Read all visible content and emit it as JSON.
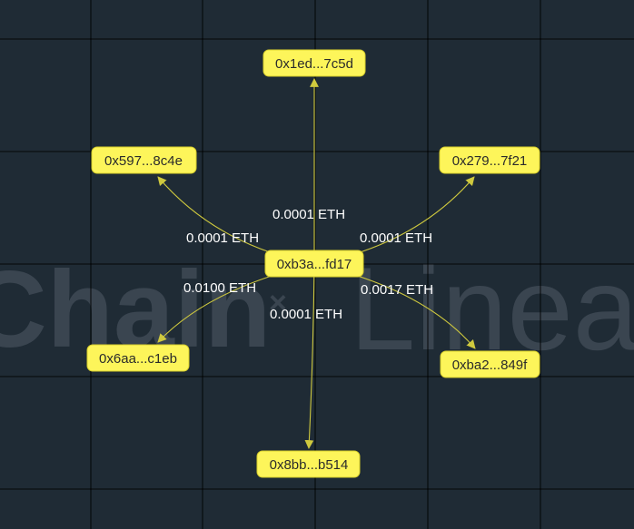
{
  "watermark": {
    "left_text": "Chain",
    "separator": "×",
    "right_text": "Linea"
  },
  "colors": {
    "background": "#1f2b35",
    "node_fill": "#fdf55a",
    "edge": "#cfc93e",
    "label": "#ffffff"
  },
  "graph": {
    "center": {
      "id": "center",
      "label": "0xb3a...fd17"
    },
    "nodes": [
      {
        "id": "n-top",
        "label": "0x1ed...7c5d",
        "amount": "0.0001 ETH"
      },
      {
        "id": "n-top-left",
        "label": "0x597...8c4e",
        "amount": "0.0001 ETH"
      },
      {
        "id": "n-top-right",
        "label": "0x279...7f21",
        "amount": "0.0001 ETH"
      },
      {
        "id": "n-bottom-left",
        "label": "0x6aa...c1eb",
        "amount": "0.0100 ETH"
      },
      {
        "id": "n-bottom-right",
        "label": "0xba2...849f",
        "amount": "0.0017 ETH"
      },
      {
        "id": "n-bottom",
        "label": "0x8bb...b514",
        "amount": "0.0001 ETH"
      }
    ]
  }
}
